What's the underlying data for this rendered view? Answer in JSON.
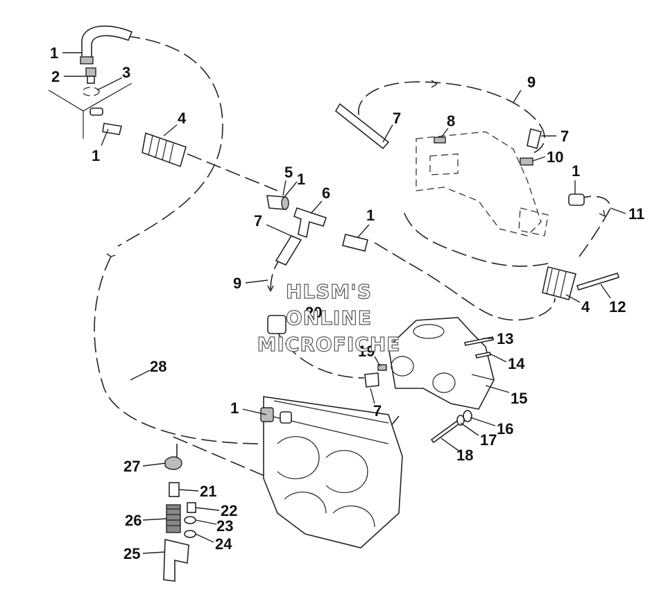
{
  "callouts": {
    "c1a": "1",
    "c2": "2",
    "c3": "3",
    "c1b": "1",
    "c4a": "4",
    "c9a": "9",
    "c7a": "7",
    "c8": "8",
    "c7b": "7",
    "c10": "10",
    "c1c": "1",
    "c11": "11",
    "c5": "5",
    "c1d": "1",
    "c6": "6",
    "c7c": "7",
    "c1e": "1",
    "c9b": "9",
    "c20": "20",
    "c4b": "4",
    "c12": "12",
    "c13": "13",
    "c14": "14",
    "c19": "19",
    "c15": "15",
    "c7d": "7",
    "c28": "28",
    "c1f": "1",
    "c16": "16",
    "c17": "17",
    "c18": "18",
    "c27": "27",
    "c21": "21",
    "c22": "22",
    "c26": "26",
    "c23": "23",
    "c24": "24",
    "c25": "25"
  },
  "watermark": {
    "line1": "HLSM'S",
    "line2": "ONLINE",
    "line3": "MICROFICHE"
  }
}
